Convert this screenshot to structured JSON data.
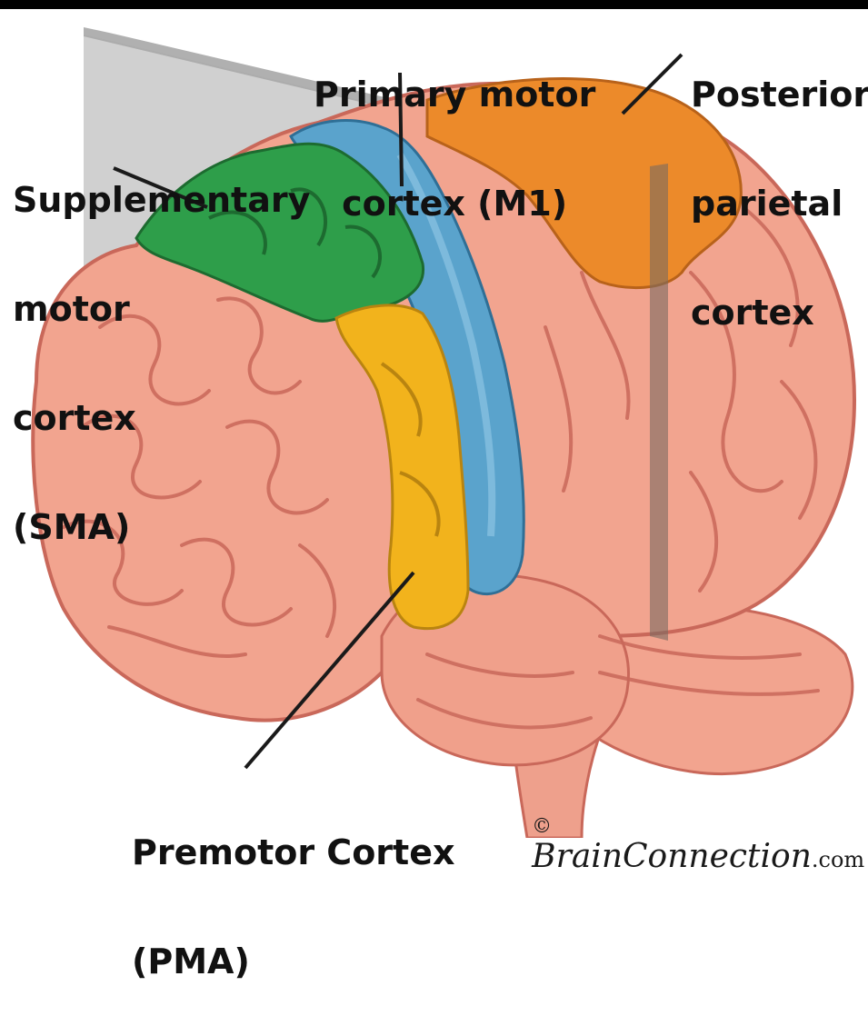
{
  "colors": {
    "background": "#ffffff",
    "top_band": "#000000",
    "brain": "#f2a48f",
    "brain_dark": "#c9685a",
    "sma": "#2e9e4a",
    "m1": "#5aa3cc",
    "pma": "#f2b31c",
    "ppc": "#ec8a2a",
    "plane": "#9b9b9b"
  },
  "labels": {
    "m1": {
      "line1": "Primary motor",
      "line2": "cortex (M1)"
    },
    "ppc": {
      "line1": "Posterior",
      "line2": "parietal",
      "line3": "cortex"
    },
    "sma": {
      "line1": "Supplementary",
      "line2": "motor",
      "line3": "cortex",
      "line4": "(SMA)"
    },
    "pma": {
      "line1": "Premotor Cortex",
      "line2": "(PMA)"
    }
  },
  "credit": {
    "symbol": "©",
    "brand": "BrainConnection",
    "suffix": ".com"
  }
}
